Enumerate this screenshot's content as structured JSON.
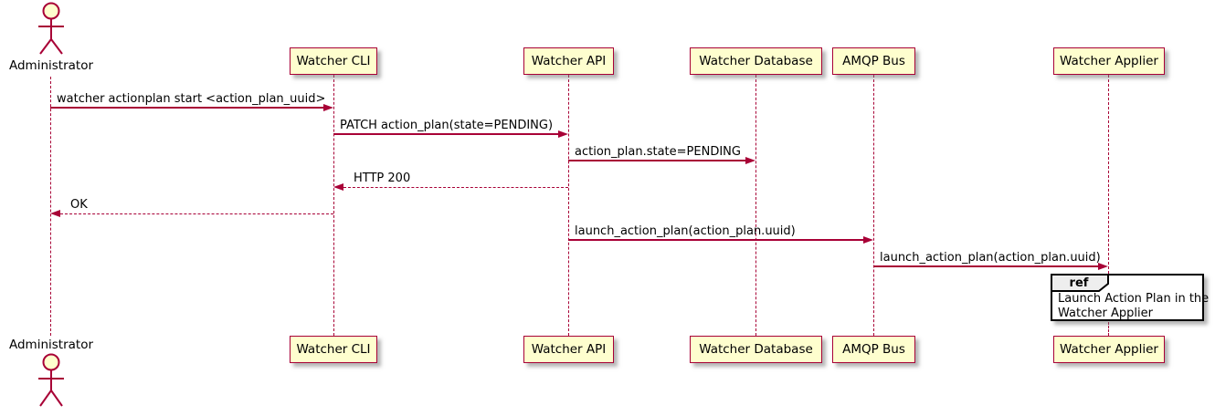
{
  "diagram": {
    "type": "plantuml-sequence",
    "actor": {
      "label": "Administrator"
    },
    "participants": [
      {
        "label": "Watcher CLI"
      },
      {
        "label": "Watcher API"
      },
      {
        "label": "Watcher Database"
      },
      {
        "label": "AMQP Bus"
      },
      {
        "label": "Watcher Applier"
      }
    ],
    "messages": [
      {
        "from": "Administrator",
        "to": "Watcher CLI",
        "label": "watcher actionplan start <action_plan_uuid>",
        "style": "solid",
        "direction": "right"
      },
      {
        "from": "Watcher CLI",
        "to": "Watcher API",
        "label": "PATCH action_plan(state=PENDING)",
        "style": "solid",
        "direction": "right"
      },
      {
        "from": "Watcher API",
        "to": "Watcher Database",
        "label": "action_plan.state=PENDING",
        "style": "solid",
        "direction": "right"
      },
      {
        "from": "Watcher API",
        "to": "Watcher CLI",
        "label": "HTTP 200",
        "style": "dashed",
        "direction": "left"
      },
      {
        "from": "Watcher CLI",
        "to": "Administrator",
        "label": "OK",
        "style": "dashed",
        "direction": "left"
      },
      {
        "from": "Watcher API",
        "to": "AMQP Bus",
        "label": "launch_action_plan(action_plan.uuid)",
        "style": "solid",
        "direction": "right"
      },
      {
        "from": "AMQP Bus",
        "to": "Watcher Applier",
        "label": "launch_action_plan(action_plan.uuid)",
        "style": "solid",
        "direction": "right"
      }
    ],
    "ref": {
      "keyword": "ref",
      "line1": "Launch Action Plan in the",
      "line2": "Watcher Applier"
    },
    "colors": {
      "line": "#A80036",
      "participant_fill": "#FEFECE",
      "ref_header_fill": "#EEEEEE",
      "ref_border": "#000000",
      "text": "#000000"
    }
  }
}
